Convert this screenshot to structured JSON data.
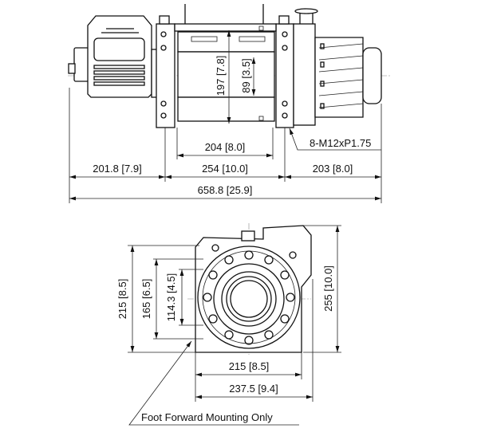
{
  "side_view": {
    "dim_drum_width": "204 [8.0]",
    "dim_motor": "201.8 [7.9]",
    "dim_frame": "254 [10.0]",
    "dim_gearbox": "203 [8.0]",
    "dim_overall": "658.8 [25.9]",
    "dim_drum_height": "197 [7.8]",
    "dim_drum_core": "89 [3.5]",
    "bolt_callout": "8-M12xP1.75"
  },
  "end_view": {
    "dim_mount_height": "215 [8.5]",
    "dim_bolt_spacing": "165 [6.5]",
    "dim_bolt_inner": "114.3 [4.5]",
    "dim_total_height": "255 [10.0]",
    "dim_mount_width": "215 [8.5]",
    "dim_total_width": "237.5 [9.4]",
    "mounting_note": "Foot Forward Mounting Only"
  }
}
